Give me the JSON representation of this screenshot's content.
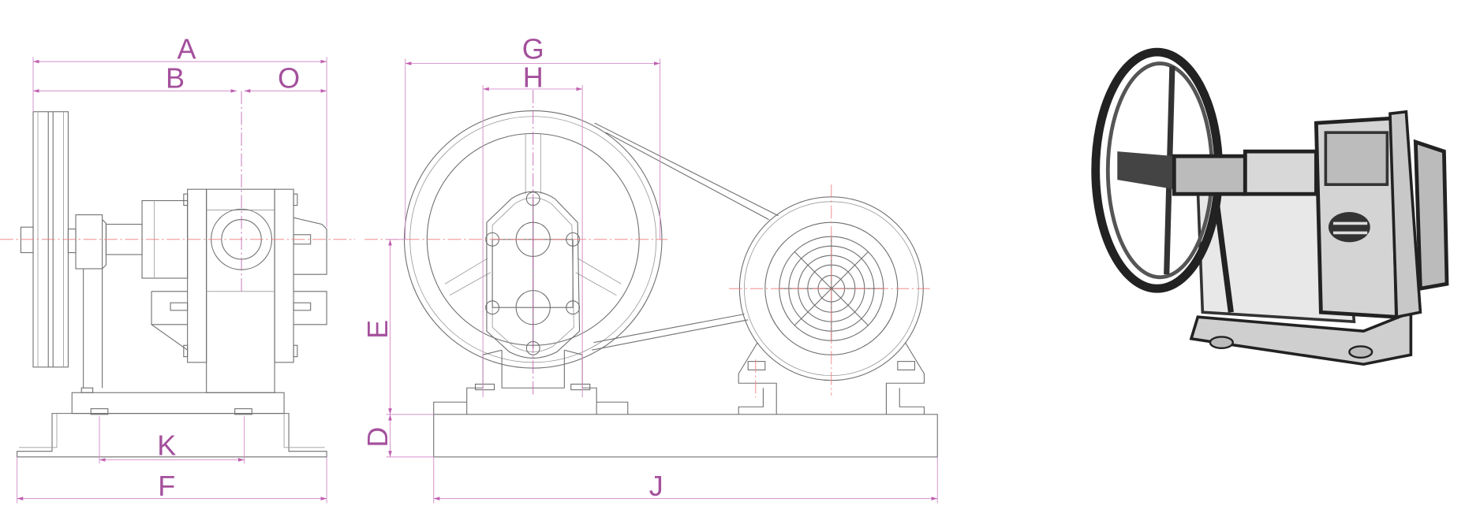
{
  "dimension_labels": {
    "A": "A",
    "B": "B",
    "O": "O",
    "F": "F",
    "K": "K",
    "G": "G",
    "H": "H",
    "E": "E",
    "D": "D",
    "J": "J"
  },
  "colors": {
    "dimension": "#a4509c",
    "centerline": "#f07a7a",
    "outline": "#6e6e6e"
  }
}
